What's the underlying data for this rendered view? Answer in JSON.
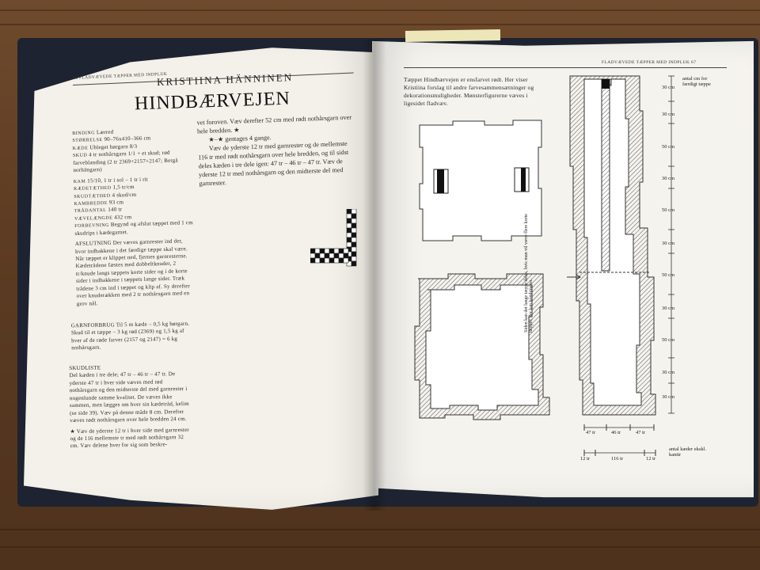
{
  "left_page": {
    "running_head": "66  FLADVÆVEDE TÆPPER MED INDPLUK",
    "author": "KRISTIINA HÄNNINEN",
    "title": "HINDBÆRVEJEN",
    "specs": [
      {
        "key": "BINDING",
        "value": "Lærred"
      },
      {
        "key": "STØRRELSE",
        "value": "90–76x410–366 cm"
      },
      {
        "key": "KÆDE",
        "value": "Ubleget hørgarn 8/3"
      },
      {
        "key": "SKUD",
        "value": "4 tr nothårsgarn 1/1 + et skud; rød farveblanding (2 tr 2369+2157+2147; Bergå norhängarn)"
      },
      {
        "key": "KAM",
        "value": "15/10, 1 tr i sol – 1 tr i rit"
      },
      {
        "key": "KÆDETÆTHED",
        "value": "1,5 tr/cm"
      },
      {
        "key": "SKUDTÆTHED",
        "value": "4 skud/cm"
      },
      {
        "key": "KAMBREDDE",
        "value": "93 cm"
      },
      {
        "key": "TRÅDANTAL",
        "value": "140 tr"
      },
      {
        "key": "VÆVELÆNGDE",
        "value": "432 cm"
      },
      {
        "key": "FORBEVNING",
        "value": "Begynd og afslut tæppet med 1 cm skudrips i kædegarnet."
      }
    ],
    "afslutning": "AFSLUTNING Der væves garnrester ind der, hvor indhakkene i det færdige tæppe skal være. Når tæppet er klippet ned, fjernes garnresterne. Kædetrådene fæstes med dobbeltknuder, 2 tr/knude langs tæppets korte sider og i de korte sider i indhakkene i tæppets lange sider. Træk trådene 3 cm ind i tæppet og klip af. Sy derefter over knuderækken med 2 tr nothårsgarn med en grov nål.",
    "garnforbrug": "GARNFORBRUG Til 5 m kæde – 0,5 kg hørgarn. Skud til et tæppe – 3 kg rød (2369) og 1,5 kg af hver af de røde farver (2157 og 2147) = 6 kg nothårsgarn.",
    "skudliste_head": "SKUDLISTE",
    "skudliste": "Del kæden i tre dele; 47 tr – 46 tr – 47 tr. De yderste 47 tr i hver side væves med rød nothårsgarn og den midterste del med garnrester i nogenlunde samme kvalitet. De væves ikke sammen, men lægges om hver sin kædetråd, kelim (se side 39). Væv på denne måde 8 cm. Derefter væves rødt nothårsgarn over hele bredden 24 cm.",
    "skudliste2": "★ Væv de yderste 12 tr i hver side med garnrester og de 116 mellemste tr med rødt nothårsgarn 32 cm. Væv delene hver for sig som beskre-",
    "col2_p1": "vet foroven. Væv derefter 52 cm med rødt nothårsgarn over hele bredden. ★",
    "col2_p2": "★–★ gentages 4 gange.",
    "col2_p3": "Væv de yderste 12 tr med garnrester og de mellemste 116 tr med rødt nothårsgarn over hele bredden, og til sidst deles kæden i tre dele igen: 47 tr – 46 tr – 47 tr. Væv de yderste 12 tr med nothårsgarn og den midterste del med garnrester."
  },
  "right_page": {
    "running_head": "FLADVÆVEDE TÆPPER MED INDPLUK  67",
    "intro": "Tæppet Hindbærvejen er ensfarvet rødt. Her viser Kristiina forslag til andre farvesammensætninger og dekorationsmuligheder. Mønsterfigurerne væves i ligesidet fladvæv.",
    "vertical_note": "Siden kan det lange tæppe deles, hvis man vil væve flere korte tæpper, der kan kombineres.",
    "dims_right": [
      "30 cm",
      "30 cm",
      "50 cm",
      "30 cm",
      "50 cm",
      "30 cm",
      "50 cm",
      "30 cm",
      "50 cm",
      "30 cm",
      "30 cm"
    ],
    "dims_top_label": "antal cm for færdigt tæppe",
    "bottom_dims_1": [
      "47 tr",
      "46 tr",
      "47 tr"
    ],
    "bottom_dims_2": [
      "12 tr",
      "116 tr",
      "12 tr"
    ],
    "bottom_label": "antal kæder ekskl. kanttr"
  },
  "colors": {
    "page": "#f4f1ea",
    "ink": "#2a2a2a",
    "wood": "#5d3c23",
    "cover": "#1d2330"
  }
}
